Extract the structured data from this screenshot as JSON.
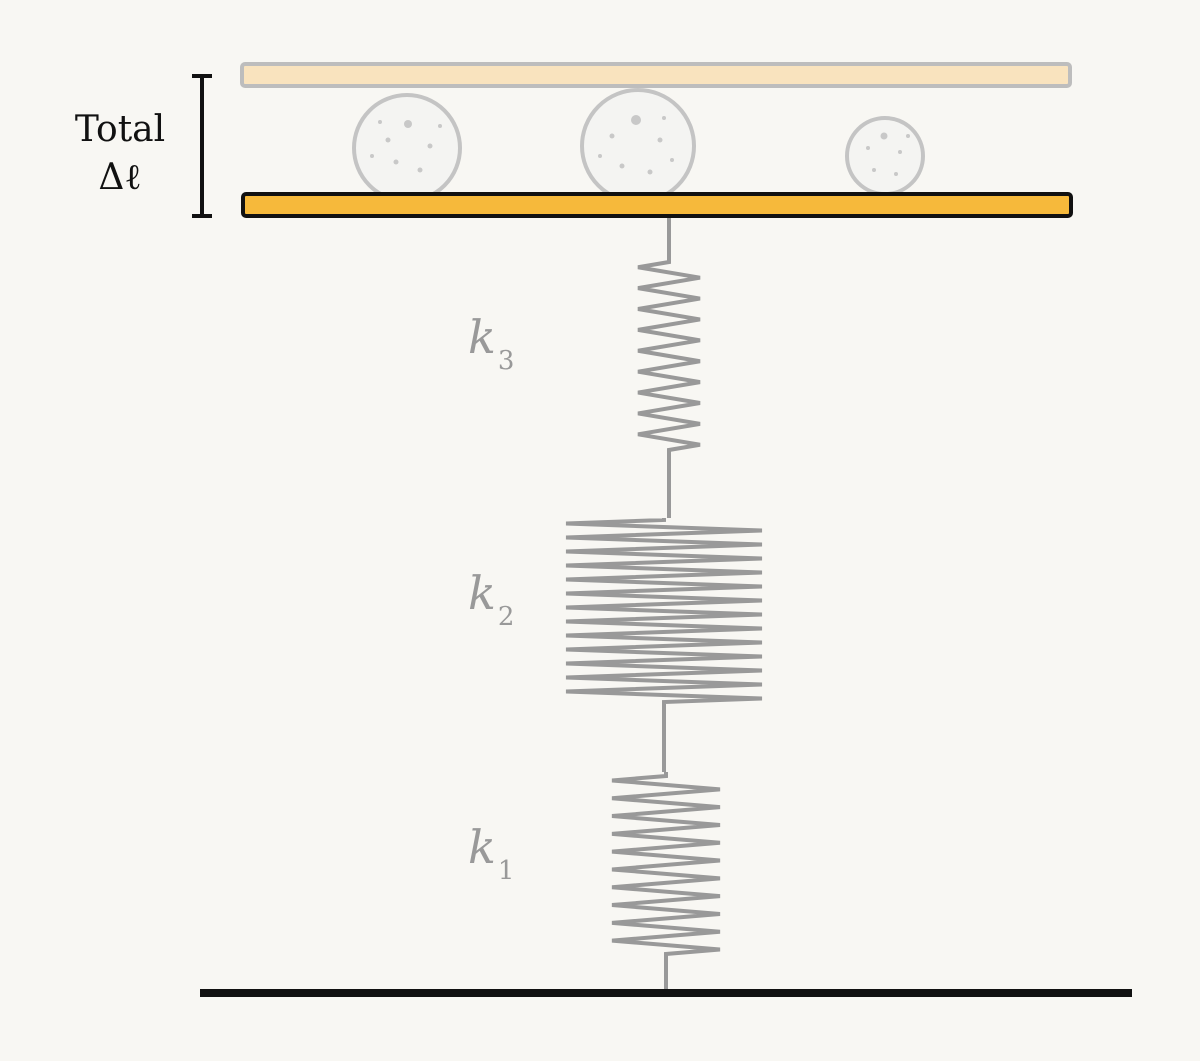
{
  "measure": {
    "line1": "Total",
    "line2": "Δℓ"
  },
  "springs": [
    {
      "symbol": "k",
      "subscript": "3"
    },
    {
      "symbol": "k",
      "subscript": "2"
    },
    {
      "symbol": "k",
      "subscript": "1"
    }
  ],
  "colors": {
    "background": "#f8f7f3",
    "plate_compressed": "#f6b93b",
    "plate_original": "#f9e3be",
    "spring": "#999999",
    "ground": "#111111",
    "weight": "#bdbdbd"
  }
}
